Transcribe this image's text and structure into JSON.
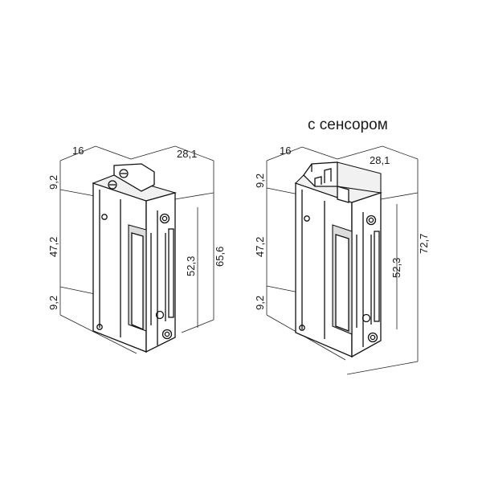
{
  "caption": "с сенсором",
  "left_lock": {
    "dims": {
      "depth": "16",
      "width": "28,1",
      "top": "9,2",
      "middle": "47,2",
      "bottom": "9,2",
      "latch": "52,3",
      "height": "65,6"
    }
  },
  "right_lock": {
    "dims": {
      "depth": "16",
      "width": "28,1",
      "top": "9,2",
      "middle": "47,2",
      "bottom": "9,2",
      "latch": "52,3",
      "height": "72,7"
    }
  }
}
